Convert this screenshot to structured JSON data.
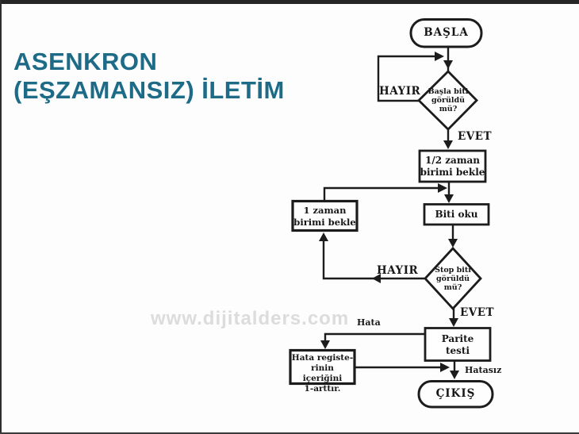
{
  "slide": {
    "title": {
      "line1": "ASENKRON",
      "line2": "(EŞZAMANSIZ) İLETİM",
      "color": "#1d6b87"
    },
    "watermark": "www.dijitalders.com"
  },
  "flowchart": {
    "ink_color": "#1c1c1c",
    "nodes": {
      "start": {
        "shape": "terminator",
        "label": "BAŞLA"
      },
      "start_bit": {
        "shape": "decision",
        "line1": "Başla biti",
        "line2": "görüldü",
        "line3": "mü?"
      },
      "wait_half": {
        "shape": "process",
        "line1": "1/2 zaman",
        "line2": "birimi bekle"
      },
      "read_bit": {
        "shape": "process",
        "line1": "Biti oku"
      },
      "wait_one": {
        "shape": "process",
        "line1": "1 zaman",
        "line2": "birimi bekle"
      },
      "stop_bit": {
        "shape": "decision",
        "line1": "Stop biti",
        "line2": "görüldü",
        "line3": "mü?"
      },
      "parity": {
        "shape": "process",
        "line1": "Parite",
        "line2": "testi"
      },
      "error_reg": {
        "shape": "process",
        "line1": "Hata registe-",
        "line2": "rinin içeriğini",
        "line3": "1-arttır."
      },
      "exit": {
        "shape": "terminator",
        "label": "ÇIKIŞ"
      }
    },
    "labels": {
      "no_top": "HAYIR",
      "yes_top": "EVET",
      "no_mid": "HAYIR",
      "yes_bottom": "EVET",
      "error": "Hata",
      "no_error": "Hatasız"
    }
  }
}
